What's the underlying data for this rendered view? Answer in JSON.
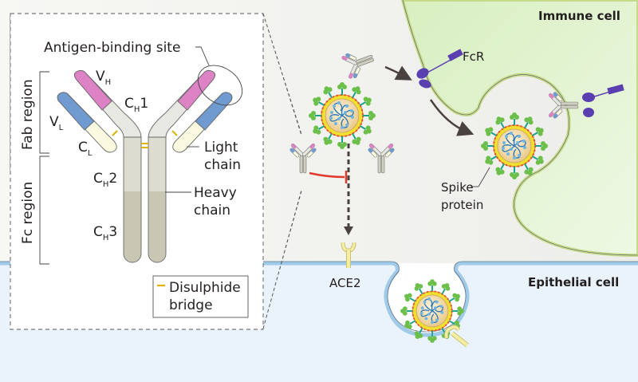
{
  "figure": {
    "title": "Antibody structure and antibody-mediated effects on SARS-CoV-2 infection",
    "inset": {
      "labels": {
        "antigen_binding_site": "Antigen-binding site",
        "fab_region": "Fab region",
        "fc_region": "Fc region",
        "vh": "V",
        "vh_sub": "H",
        "vl": "V",
        "vl_sub": "L",
        "ch1": "C",
        "ch1_sub": "H",
        "ch1_num": "1",
        "cl": "C",
        "cl_sub": "L",
        "ch2": "C",
        "ch2_sub": "H",
        "ch2_num": "2",
        "ch3": "C",
        "ch3_sub": "H",
        "ch3_num": "3",
        "light_chain_1": "Light",
        "light_chain_2": "chain",
        "heavy_chain_1": "Heavy",
        "heavy_chain_2": "chain"
      },
      "legend": {
        "line1": "Disulphide",
        "line2": "bridge"
      }
    },
    "labels": {
      "immune_cell": "Immune cell",
      "epithelial_cell": "Epithelial cell",
      "fcr": "FcR",
      "ace2": "ACE2",
      "spike_1": "Spike",
      "spike_2": "protein"
    },
    "colors": {
      "vh": "#dd82c4",
      "vl": "#6f9bd1",
      "cl": "#fafae0",
      "ch1": "#e8e8e2",
      "ch2": "#dcdcd0",
      "ch3": "#c7c7b3",
      "disulphide": "#e0b100",
      "immune_cell": "#e2f5cf",
      "immune_membrane": "#dbe9a6",
      "epithelial": "#eaf3fc",
      "epithelial_membrane": "#9fcbe9",
      "fcr": "#5a3fb0",
      "inhibit": "#e03a2e",
      "arrow": "#4a4240",
      "ace2": "#f5eea0",
      "virus_core": "#f3ddb0",
      "virus_ring": "#f2e030",
      "spike": "#6cc04a",
      "rna": "#5aa6d8"
    }
  }
}
